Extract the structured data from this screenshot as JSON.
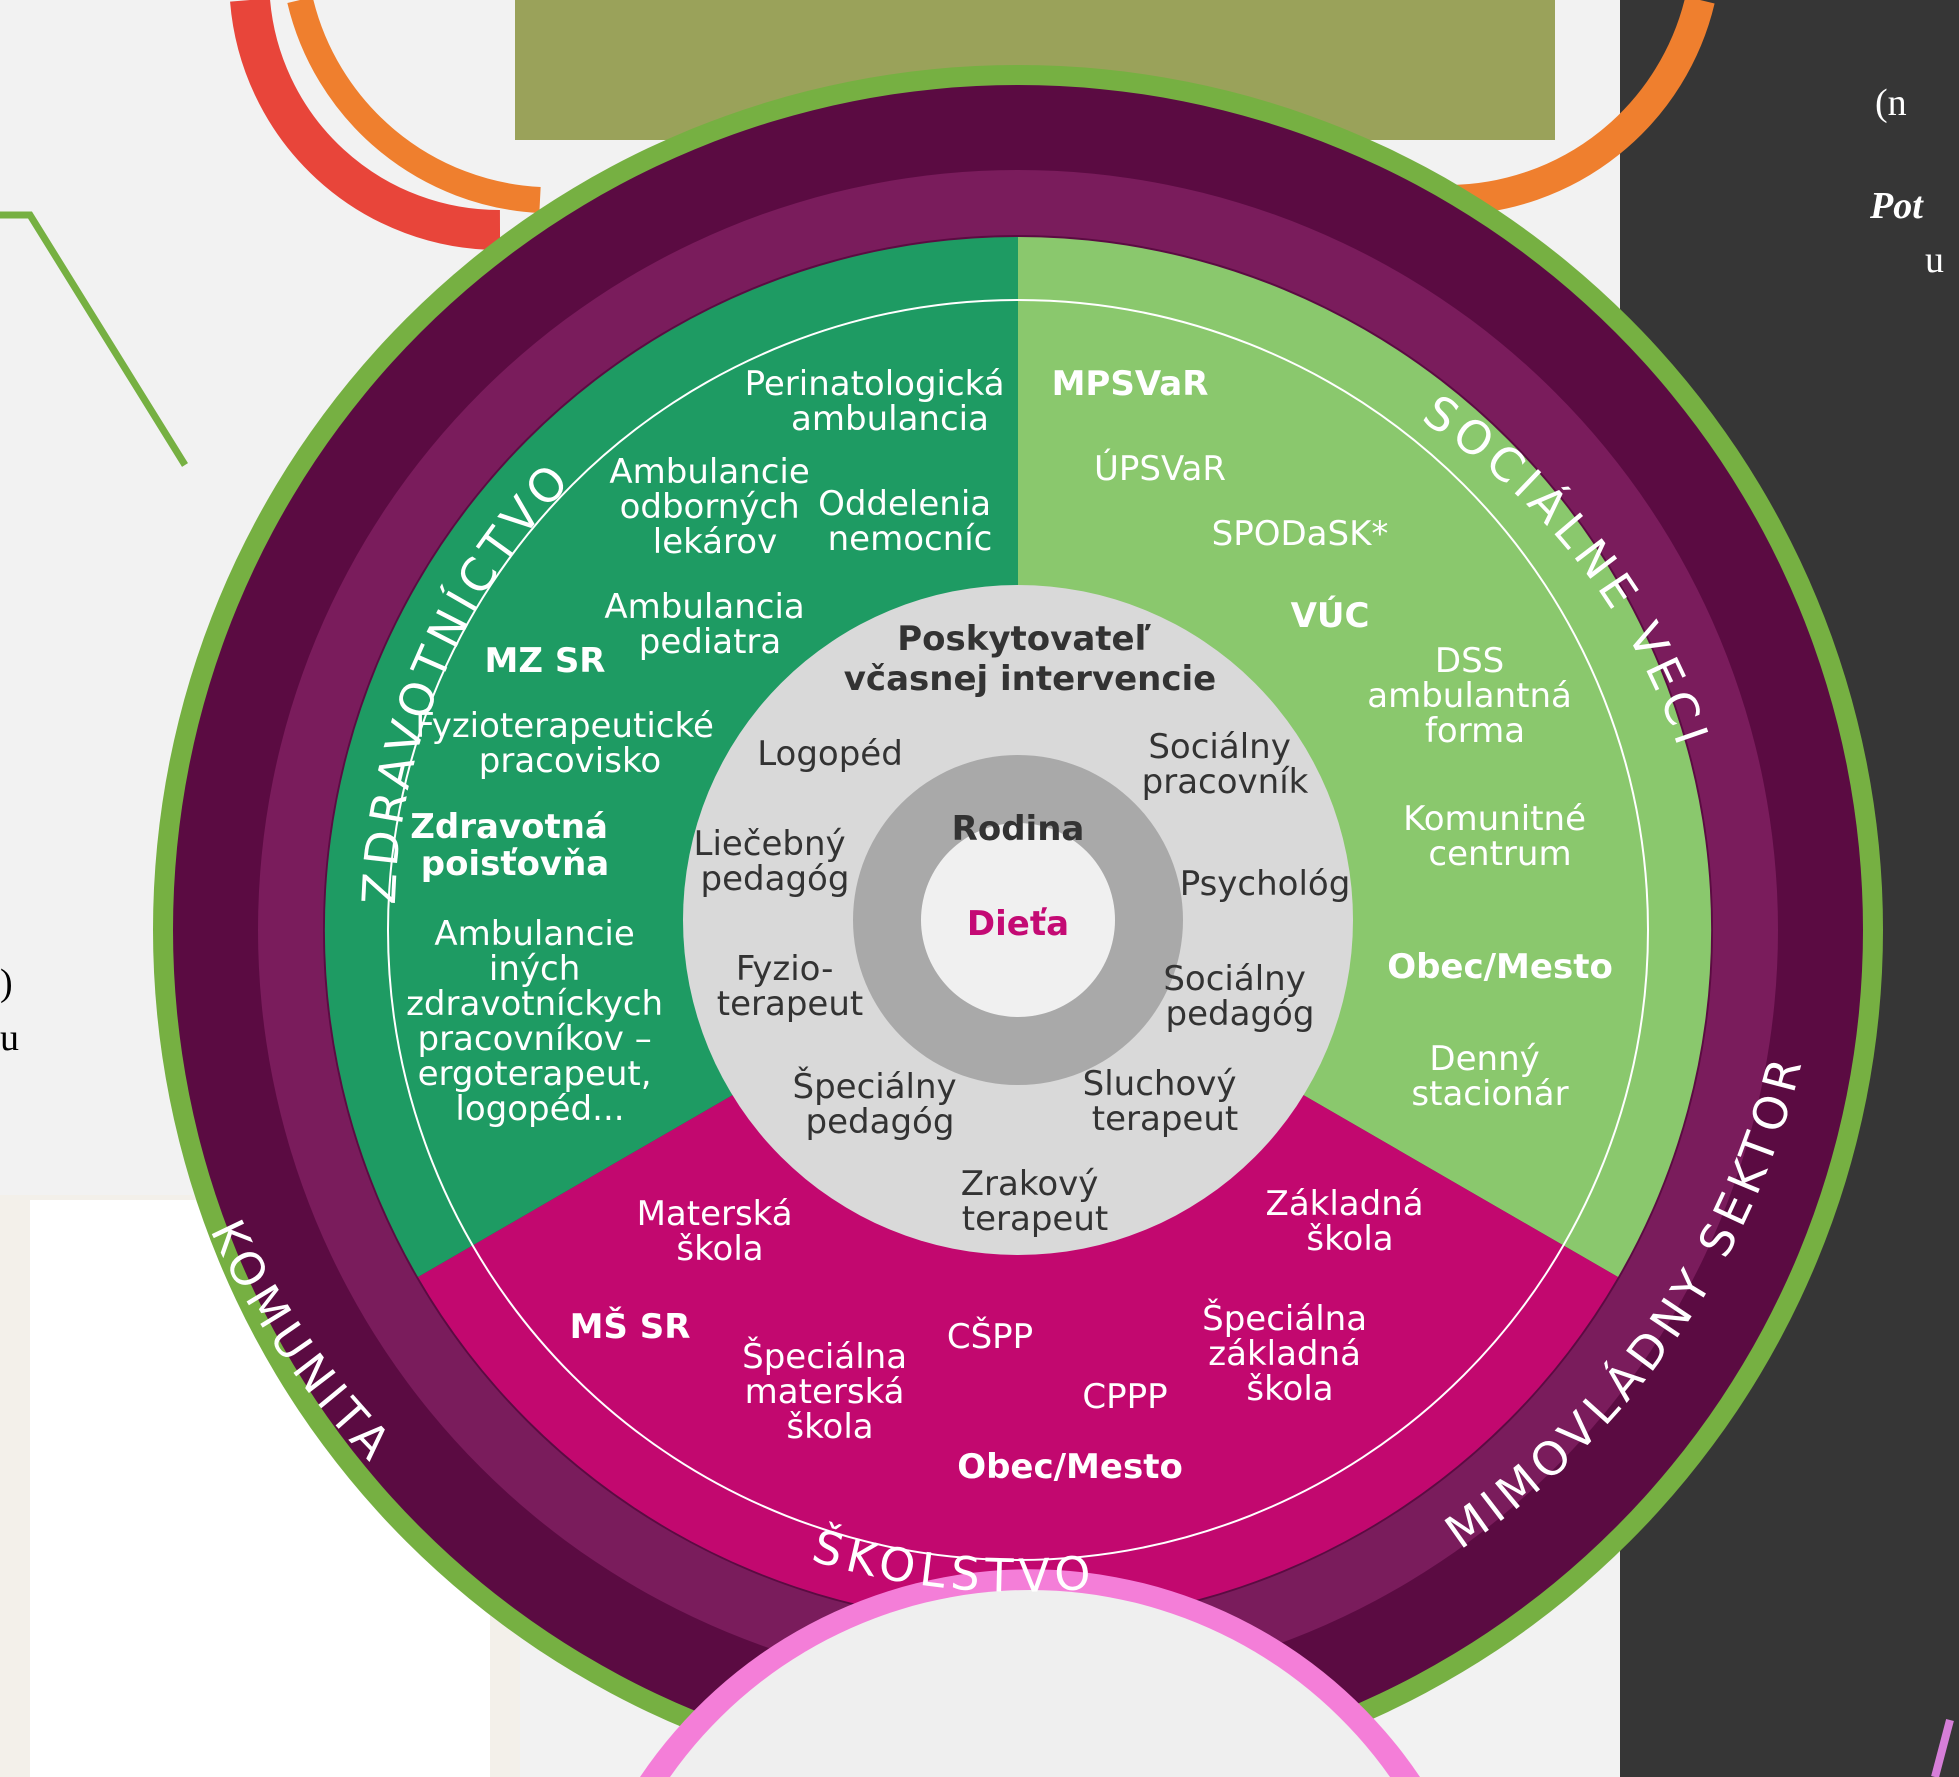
{
  "background": {
    "left_panel": "#f2f2f2",
    "left_lower_panel": "#f3f0ea",
    "right_panel": "#363636",
    "orange_arc": "#ef7f2e",
    "red_arc": "#e8453a",
    "outer_green_ring": "#76b042",
    "pink_arc": "#f47ed8"
  },
  "side_text": {
    "right_line1": "(n",
    "right_line2": "Pot",
    "right_line3": "u",
    "left_line1": ")",
    "left_line2": "u"
  },
  "diagram": {
    "colors": {
      "outer_ring": "#5b0b42",
      "community_ring": "#7a1c5c",
      "health": "#1e9b63",
      "social": "#8ac86d",
      "education": "#c2086f",
      "inner_circle": "#d9d9d9",
      "family_ring": "#a9a9a9",
      "child_circle": "#f0f0f0",
      "child_text": "#c40a74",
      "dark_text": "#333333"
    },
    "outer_ring_labels": {
      "community": "KOMUNITA",
      "ngo": "MIMOVLÁDNY SEKTOR"
    },
    "sector_titles": {
      "health": "ZDRAVOTNÍCTVO",
      "social": "SOCIÁLNE VECI",
      "education": "ŠKOLSTVO"
    },
    "health": {
      "perinatal": [
        "Perinatologická",
        "ambulancia"
      ],
      "specialists": [
        "Ambulancie",
        "odborných",
        "lekárov"
      ],
      "hospitals": [
        "Oddelenia",
        "nemocníc"
      ],
      "pediatrician": [
        "Ambulancia",
        "pediatra"
      ],
      "ministry": "MZ SR",
      "physio_workplace": [
        "Fyzioterapeutické",
        "pracovisko"
      ],
      "insurance": [
        "Zdravotná",
        "poisťovňa"
      ],
      "other": [
        "Ambulancie",
        "iných",
        "zdravotníckych",
        "pracovníkov –",
        "ergoterapeut,",
        "logopéd..."
      ]
    },
    "social": {
      "ministry": "MPSVaR",
      "office": "ÚPSVaR",
      "spodask": "SPODaSK*",
      "region": "VÚC",
      "dss": [
        "DSS",
        "ambulantná",
        "forma"
      ],
      "community_centre": [
        "Komunitné",
        "centrum"
      ],
      "municipality": "Obec/Mesto",
      "day_centre": [
        "Denný",
        "stacionár"
      ]
    },
    "education": {
      "kindergarten": [
        "Materská",
        "škola"
      ],
      "ministry": "MŠ SR",
      "special_kindergarten": [
        "Špeciálna",
        "materská",
        "škola"
      ],
      "cspp": "CŠPP",
      "cppp": "CPPP",
      "municipality": "Obec/Mesto",
      "primary_school": [
        "Základná",
        "škola"
      ],
      "special_primary": [
        "Špeciálna",
        "základná",
        "škola"
      ]
    },
    "inner": {
      "provider": [
        "Poskytovateľ",
        "včasnej intervencie"
      ],
      "speech_therapist": "Logopéd",
      "social_worker": [
        "Sociálny",
        "pracovník"
      ],
      "therapeutic_pedagogue": [
        "Liečebný",
        "pedagóg"
      ],
      "psychologist": "Psychológ",
      "physiotherapist": [
        "Fyzio-",
        "terapeut"
      ],
      "social_pedagogue": [
        "Sociálny",
        "pedagóg"
      ],
      "special_pedagogue": [
        "Špeciálny",
        "pedagóg"
      ],
      "hearing_therapist": [
        "Sluchový",
        "terapeut"
      ],
      "vision_therapist": [
        "Zrakový",
        "terapeut"
      ],
      "family": "Rodina",
      "child": "Dieťa"
    }
  }
}
